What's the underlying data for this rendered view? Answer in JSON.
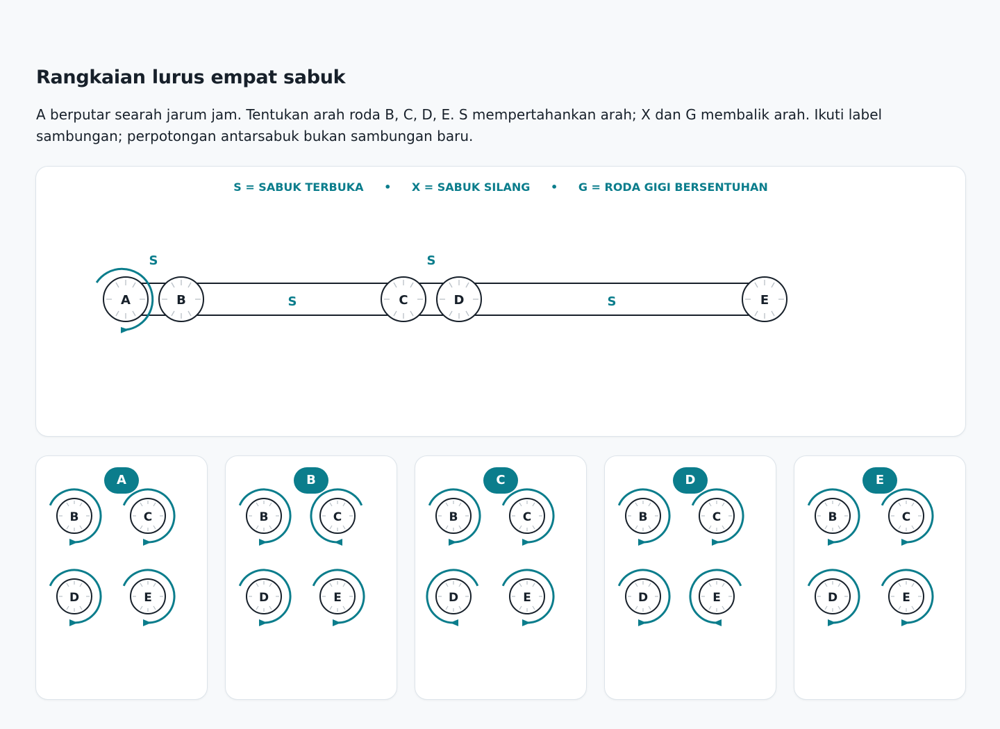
{
  "title": "Rangkaian lurus empat sabuk",
  "instructions": "A berputar searah jarum jam. Tentukan arah roda B, C, D, E. S mempertahankan arah; X dan G membalik arah. Ikuti label sambungan; perpotongan antarsabuk bukan sambungan baru.",
  "legend": {
    "open": "S = SABUK TERBUKA",
    "cross": "X = SABUK SILANG",
    "gear": "G = RODA GIGI BERSENTUHAN",
    "separator": "•"
  },
  "diagram": {
    "wheels": [
      "A",
      "B",
      "C",
      "D",
      "E"
    ],
    "driver": "A",
    "driver_direction": "clockwise",
    "connections": [
      {
        "from": "A",
        "to": "B",
        "type": "S"
      },
      {
        "from": "A",
        "to": "C",
        "type": "S"
      },
      {
        "from": "C",
        "to": "D",
        "type": "S"
      },
      {
        "from": "D",
        "to": "E",
        "type": "S"
      }
    ]
  },
  "options": [
    {
      "label": "A",
      "wheels": [
        {
          "name": "B",
          "dir": "cw"
        },
        {
          "name": "C",
          "dir": "cw"
        },
        {
          "name": "D",
          "dir": "cw"
        },
        {
          "name": "E",
          "dir": "cw"
        }
      ]
    },
    {
      "label": "B",
      "wheels": [
        {
          "name": "B",
          "dir": "cw"
        },
        {
          "name": "C",
          "dir": "ccw"
        },
        {
          "name": "D",
          "dir": "cw"
        },
        {
          "name": "E",
          "dir": "cw"
        }
      ]
    },
    {
      "label": "C",
      "wheels": [
        {
          "name": "B",
          "dir": "cw"
        },
        {
          "name": "C",
          "dir": "cw"
        },
        {
          "name": "D",
          "dir": "ccw"
        },
        {
          "name": "E",
          "dir": "cw"
        }
      ]
    },
    {
      "label": "D",
      "wheels": [
        {
          "name": "B",
          "dir": "cw"
        },
        {
          "name": "C",
          "dir": "cw"
        },
        {
          "name": "D",
          "dir": "cw"
        },
        {
          "name": "E",
          "dir": "ccw"
        }
      ]
    },
    {
      "label": "E",
      "wheels": [
        {
          "name": "B",
          "dir": "cw"
        },
        {
          "name": "C",
          "dir": "cw"
        },
        {
          "name": "D",
          "dir": "cw"
        },
        {
          "name": "E",
          "dir": "cw"
        }
      ]
    }
  ],
  "colors": {
    "accent": "#0b7d8c",
    "ink": "#17202a",
    "spoke": "#b9c0c7"
  }
}
